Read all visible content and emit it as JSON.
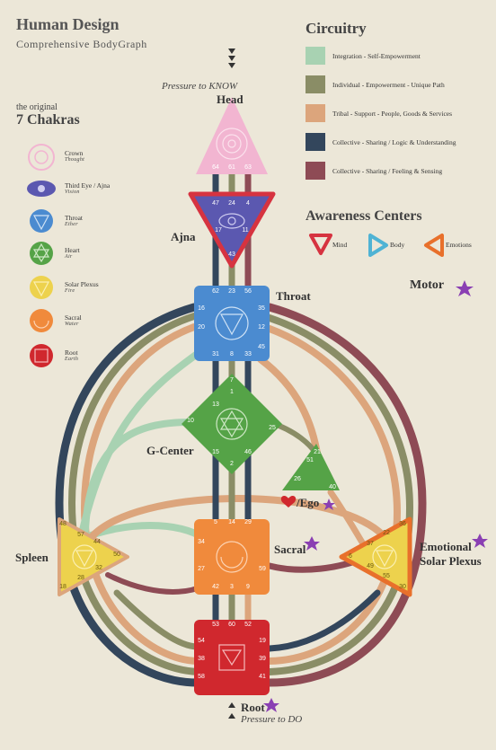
{
  "header": {
    "title": "Human Design",
    "subtitle": "Comprehensive BodyGraph"
  },
  "circuitry": {
    "title": "Circuitry",
    "items": [
      {
        "label": "Integration - Self-Empowerment",
        "color": "#a8d2b2"
      },
      {
        "label": "Individual - Empowerment - Unique Path",
        "color": "#8a8d66"
      },
      {
        "label": "Tribal - Support - People, Goods & Services",
        "color": "#dca57c"
      },
      {
        "label": "Collective - Sharing / Logic & Understanding",
        "color": "#33465c"
      },
      {
        "label": "Collective - Sharing / Feeling & Sensing",
        "color": "#8e4b55"
      }
    ]
  },
  "awareness": {
    "title": "Awareness Centers",
    "items": [
      {
        "label": "Mind",
        "color": "#d63340"
      },
      {
        "label": "Body",
        "color": "#4fb3d4"
      },
      {
        "label": "Emotions",
        "color": "#e8702b"
      }
    ]
  },
  "motor": {
    "label": "Motor"
  },
  "chakras": {
    "intro": "the original",
    "title": "7 Chakras",
    "items": [
      {
        "name": "Crown",
        "element": "Thought",
        "color": "#f2b5d1"
      },
      {
        "name": "Third Eye / Ajna",
        "element": "Vision",
        "color": "#5b58b0"
      },
      {
        "name": "Throat",
        "element": "Ether",
        "color": "#4b8bd0"
      },
      {
        "name": "Heart",
        "element": "Air",
        "color": "#55a347"
      },
      {
        "name": "Solar Plexus",
        "element": "Fire",
        "color": "#edd24d"
      },
      {
        "name": "Sacral",
        "element": "Water",
        "color": "#f08a3c"
      },
      {
        "name": "Root",
        "element": "Earth",
        "color": "#d0282e"
      }
    ]
  },
  "centers": {
    "head": {
      "label": "Head",
      "gates": [
        "64",
        "61",
        "63"
      ]
    },
    "ajna": {
      "label": "Ajna",
      "gates": [
        "47",
        "24",
        "4",
        "17",
        "11",
        "43"
      ]
    },
    "throat": {
      "label": "Throat",
      "gates": [
        "62",
        "23",
        "56",
        "16",
        "35",
        "20",
        "12",
        "45",
        "31",
        "8",
        "33"
      ]
    },
    "g": {
      "label": "G-Center",
      "gates": [
        "7",
        "1",
        "13",
        "10",
        "25",
        "15",
        "2",
        "46"
      ]
    },
    "ego": {
      "label": "/Ego",
      "gates": [
        "21",
        "51",
        "26",
        "40"
      ]
    },
    "sacral": {
      "label": "Sacral",
      "gates": [
        "5",
        "14",
        "29",
        "34",
        "27",
        "59",
        "42",
        "3",
        "9"
      ]
    },
    "spleen": {
      "label": "Spleen",
      "gates": [
        "48",
        "57",
        "44",
        "50",
        "32",
        "28",
        "18"
      ]
    },
    "solar": {
      "label": "Emotional",
      "label2": "Solar Plexus",
      "gates": [
        "36",
        "22",
        "37",
        "6",
        "49",
        "55",
        "30"
      ]
    },
    "root": {
      "label": "Root",
      "gates": [
        "53",
        "60",
        "52",
        "54",
        "19",
        "38",
        "39",
        "58",
        "41"
      ]
    }
  },
  "pressure": {
    "know": "Pressure to KNOW",
    "do": "Pressure to DO"
  }
}
